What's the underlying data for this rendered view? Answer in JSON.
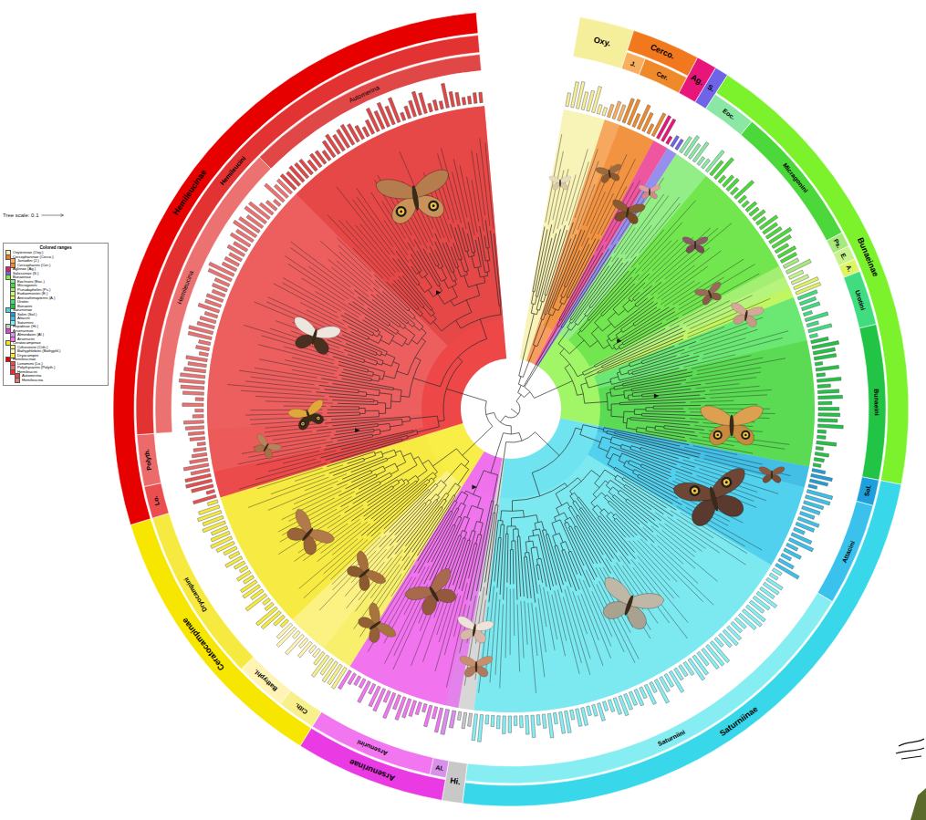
{
  "diagram": {
    "labels": [
      "Tree scale: 0.1",
      "Colored ranges",
      "Oxy.",
      "Cerco.",
      "J.",
      "Cer.",
      "Ag.",
      "S.",
      "Bunaeinae",
      "Eoc.",
      "Micragonini",
      "Ps.",
      "E.",
      "A.",
      "Urotini",
      "Bunaeini",
      "Saturniinae",
      "Sol.",
      "Attacini",
      "Saturniini",
      "Hi.",
      "Arsenurinae",
      "Al.",
      "Arsenurini",
      "Ceratocampinae",
      "Cith.",
      "Bathyphl.",
      "Dryocampini",
      "Hemileucinae",
      "Lo.",
      "Polyth.",
      "Hemileucini",
      "Hemileucina",
      "Automerina"
    ],
    "legend": [
      {
        "text": "Oxyteninae (Oxy.)",
        "color": "#f5ee9a"
      },
      {
        "text": "Cercophaninae (Cerco.)",
        "color": "#f2781e"
      },
      {
        "text": "Janiodini (J.)",
        "color": "#f8b060"
      },
      {
        "text": "Cercophanini (Cer.)",
        "color": "#ef8a2a"
      },
      {
        "text": "Agliinae (Ag.)",
        "color": "#e8157a"
      },
      {
        "text": "Salassinae (S.)",
        "color": "#6f63e8"
      },
      {
        "text": "Bunaeinae",
        "color": "#7cf22c"
      },
      {
        "text": "Eochroini (Eoc.)",
        "color": "#8ae8a4"
      },
      {
        "text": "Micragonini",
        "color": "#4cd83a"
      },
      {
        "text": "Pseudaphelini (Ps.)",
        "color": "#a6ea7e"
      },
      {
        "text": "Eudaemoniini (E.)",
        "color": "#c8f28c"
      },
      {
        "text": "Antistathmopterini (A.)",
        "color": "#dcf560"
      },
      {
        "text": "Urotini",
        "color": "#3fdc80"
      },
      {
        "text": "Bunaeini",
        "color": "#22c446"
      },
      {
        "text": "Saturniinae",
        "color": "#38d8ea"
      },
      {
        "text": "Solini (Sol.)",
        "color": "#1fa0dc"
      },
      {
        "text": "Attacini",
        "color": "#3ac2ec"
      },
      {
        "text": "Saturniini",
        "color": "#86eef2"
      },
      {
        "text": "Hirpidinae (Hi.)",
        "color": "#c8c8c8"
      },
      {
        "text": "Arsenurinae",
        "color": "#ea3ae4"
      },
      {
        "text": "Almeidaiini (Al.)",
        "color": "#d890ea"
      },
      {
        "text": "Arsenurini",
        "color": "#f276f0"
      },
      {
        "text": "Ceratocampinae",
        "color": "#f6e600"
      },
      {
        "text": "Citheroniini (Cith.)",
        "color": "#f8f08a"
      },
      {
        "text": "Bathyphlebiini (Bathyphl.)",
        "color": "#fff4b4"
      },
      {
        "text": "Dryocampini",
        "color": "#f6ea40"
      },
      {
        "text": "Hemileucinae",
        "color": "#e60000"
      },
      {
        "text": "Lonomiini (Lo.)",
        "color": "#ea4e4e"
      },
      {
        "text": "Polythysanini (Polyth.)",
        "color": "#ec6a6a"
      },
      {
        "text": "Hemileucini",
        "color": "#e23232"
      },
      {
        "text": "Automerina",
        "color": "#e04848"
      },
      {
        "text": "Hemileucina",
        "color": "#ec7272"
      }
    ]
  }
}
